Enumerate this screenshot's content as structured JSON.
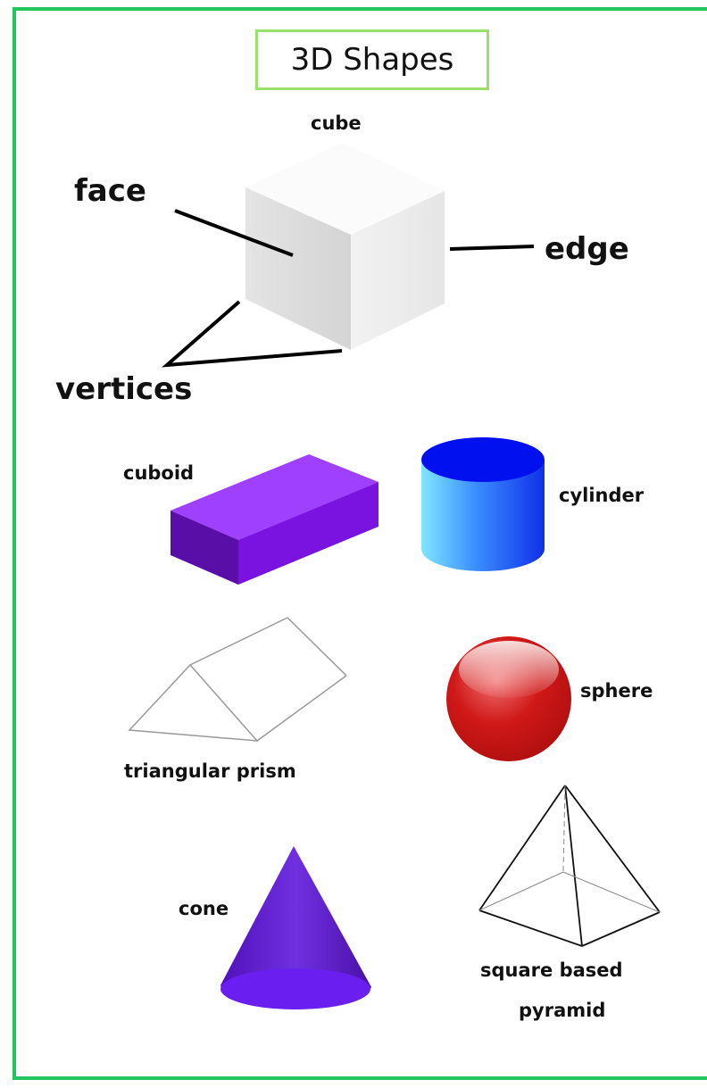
{
  "title": "3D Shapes",
  "labels": {
    "cube": "cube",
    "face": "face",
    "edge": "edge",
    "vertices": "vertices",
    "cuboid": "cuboid",
    "cylinder": "cylinder",
    "triangular_prism": "triangular prism",
    "sphere": "sphere",
    "cone": "cone",
    "square_pyramid_line1": "square based",
    "square_pyramid_line2": "pyramid"
  },
  "colors": {
    "frame_border": "#22c55e",
    "title_border": "#9ae06b",
    "cuboid": "#8b1ff0",
    "cylinder": "#1e5bff",
    "sphere": "#d01818",
    "cone": "#6a20d8"
  }
}
